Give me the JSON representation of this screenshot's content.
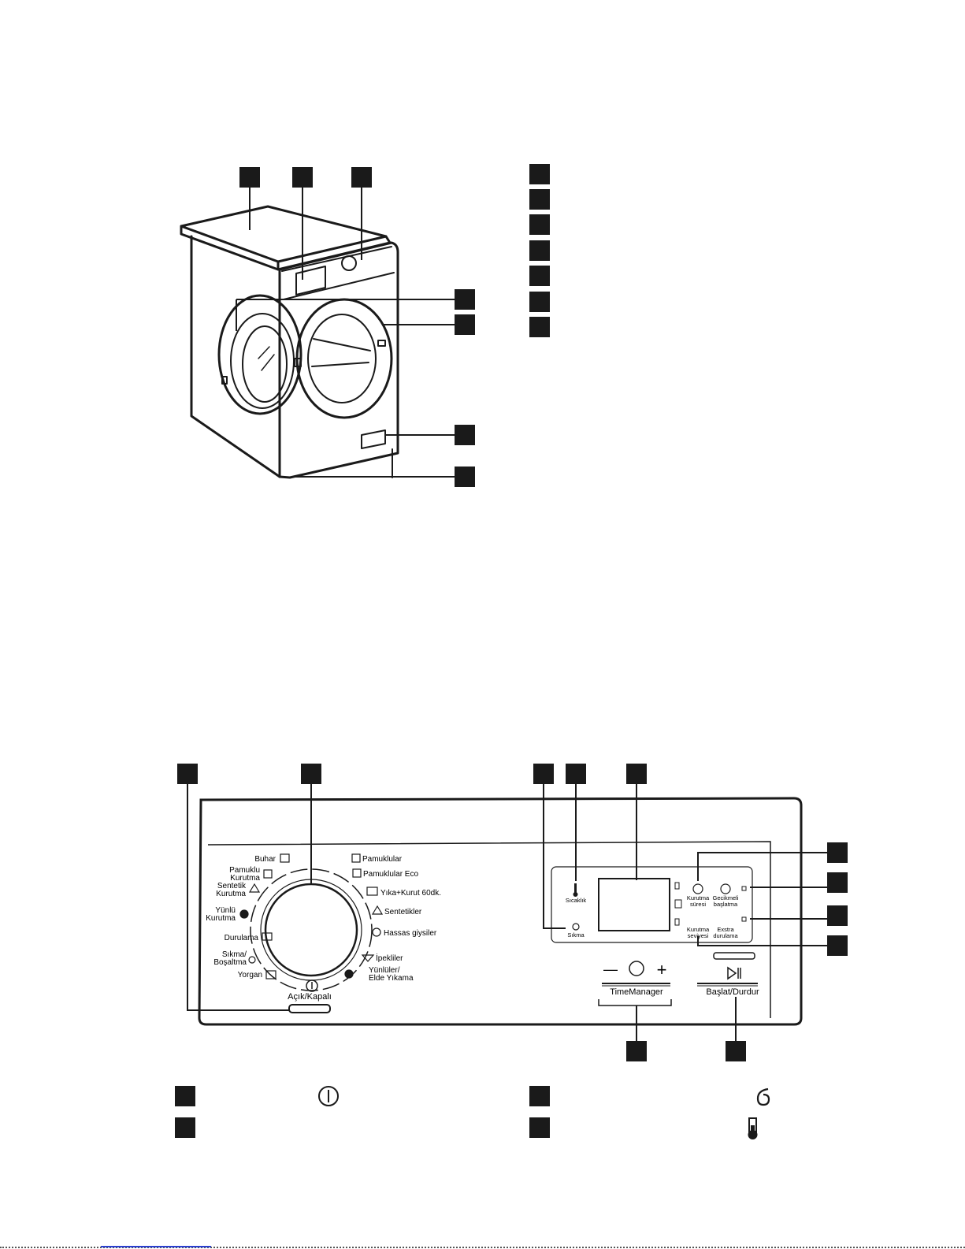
{
  "legend_top": {
    "count": 7
  },
  "panel": {
    "programs_left": [
      {
        "label": "Buhar",
        "icon": "steam-icon"
      },
      {
        "label": "Pamuklu\nKurutma",
        "icon": "cotton-dry-icon"
      },
      {
        "label": "Sentetik\nKurutma",
        "icon": "synthetic-dry-icon"
      },
      {
        "label": "Yünlü\nKurutma",
        "icon": "wool-dry-icon"
      },
      {
        "label": "Durulama",
        "icon": "rinse-icon"
      },
      {
        "label": "Sıkma/\nBoşaltma",
        "icon": "spin-drain-icon"
      },
      {
        "label": "Yorgan",
        "icon": "duvet-icon"
      }
    ],
    "programs_right": [
      {
        "label": "Pamuklular",
        "icon": "cotton-icon"
      },
      {
        "label": "Pamuklular Eco",
        "icon": "cotton-eco-icon"
      },
      {
        "label": "Yıka+Kurut 60dk.",
        "icon": "wash-dry-icon"
      },
      {
        "label": "Sentetikler",
        "icon": "synthetics-icon"
      },
      {
        "label": "Hassas giysiler",
        "icon": "delicates-icon"
      },
      {
        "label": "İpekliler",
        "icon": "silk-icon"
      },
      {
        "label": "Yünlüler/\nElde Yıkama",
        "icon": "wool-handwash-icon"
      }
    ],
    "onoff_label": "Açık/Kapalı",
    "temp_label": "Sıcaklık",
    "spin_label": "Sıkma",
    "dry_time_label": "Kurutma\nsüresi",
    "delay_label": "Gecikmeli\nbaşlatma",
    "dry_level_label": "Kurutma\nseviyesi",
    "extra_rinse_label": "Exstra\ndurulama",
    "timemanager_label": "TimeManager",
    "start_pause_label": "Başlat/Durdur",
    "minus": "—",
    "plus": "+"
  }
}
